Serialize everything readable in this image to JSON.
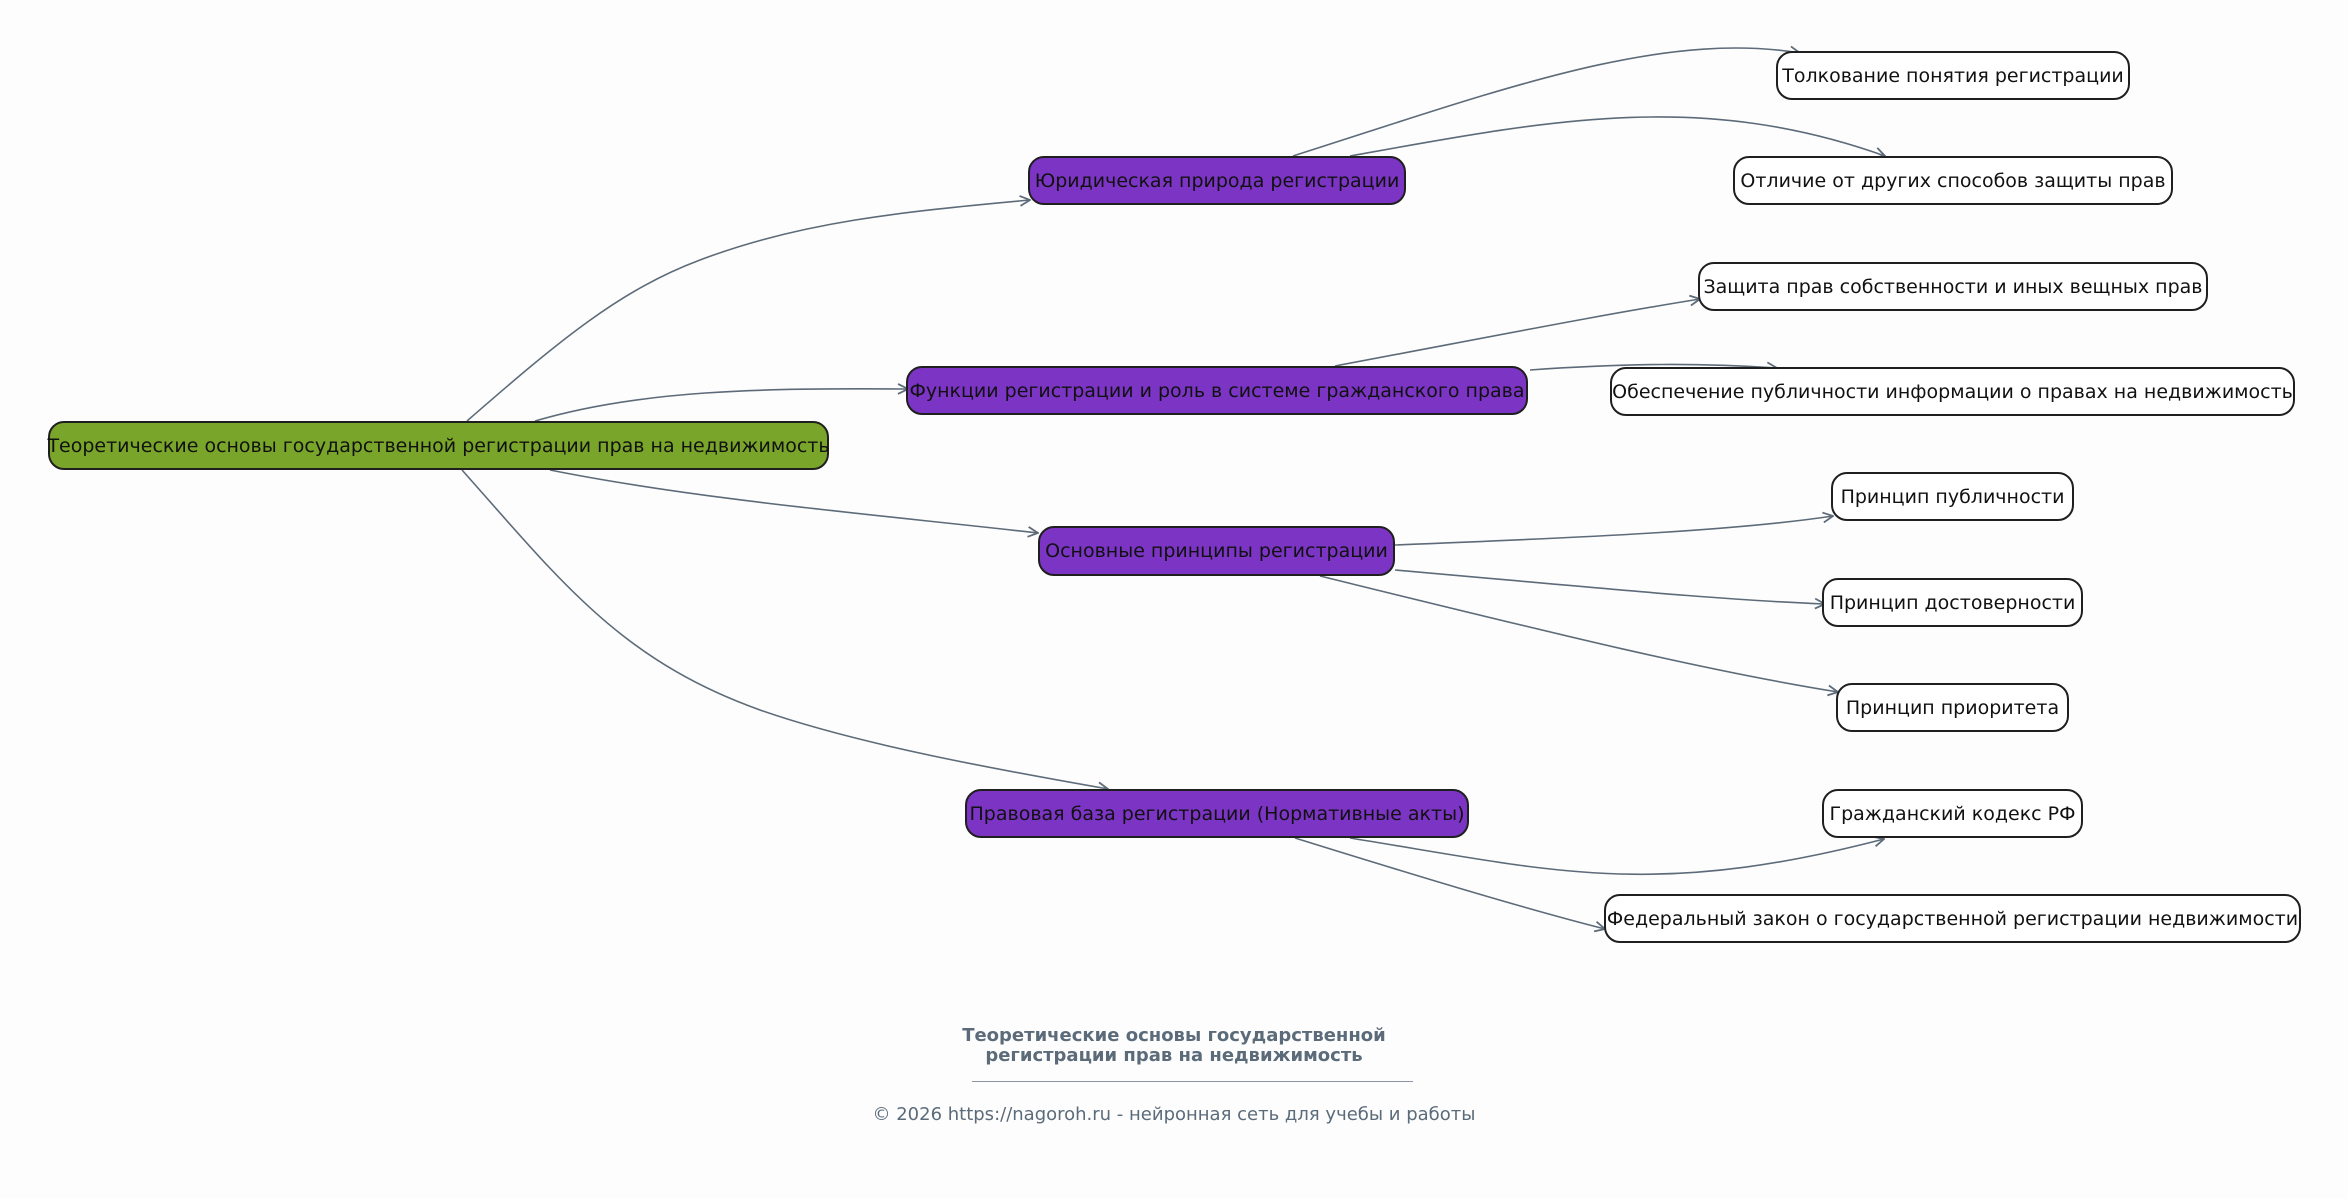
{
  "root": {
    "label": "Теоретические основы государственной регистрации прав на недвижимость"
  },
  "branches": [
    {
      "label": "Юридическая природа регистрации",
      "children": [
        "Толкование понятия регистрации",
        "Отличие от других способов защиты прав"
      ]
    },
    {
      "label": "Функции регистрации и роль в системе гражданского права",
      "children": [
        "Защита прав собственности и иных вещных прав",
        "Обеспечение публичности информации о правах на недвижимость"
      ]
    },
    {
      "label": "Основные принципы регистрации",
      "children": [
        "Принцип публичности",
        "Принцип достоверности",
        "Принцип приоритета"
      ]
    },
    {
      "label": "Правовая база регистрации (Нормативные акты)",
      "children": [
        "Гражданский кодекс РФ",
        "Федеральный закон о государственной регистрации недвижимости"
      ]
    }
  ],
  "footer": {
    "title_line1": "Теоретические основы государственной",
    "title_line2": "регистрации прав на недвижимость",
    "copyright": "© 2026 https://nagoroh.ru - нейронная сеть для учебы и работы"
  },
  "colors": {
    "root": "#7aa52b",
    "branch": "#7b34c4",
    "leaf": "#ffffff",
    "edge": "#5d6b79"
  }
}
